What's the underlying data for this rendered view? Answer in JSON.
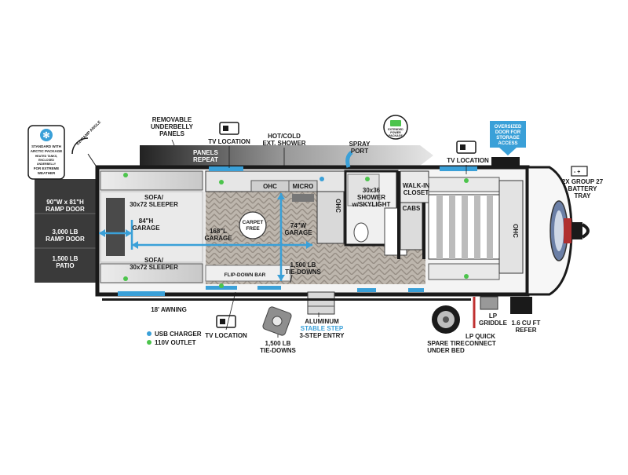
{
  "labels": {
    "removable_underbelly": [
      "REMOVABLE",
      "UNDERBELLY",
      "PANELS"
    ],
    "panels_repeat": [
      "PANELS",
      "REPEAT"
    ],
    "tv_location_top": "TV LOCATION",
    "hot_cold_shower": [
      "HOT/COLD",
      "EXT. SHOWER"
    ],
    "spray_port": [
      "SPRAY",
      "PORT"
    ],
    "tv_location_bedroom": "TV LOCATION",
    "oversized_door": [
      "OVERSIZED",
      "DOOR FOR",
      "STORAGE",
      "ACCESS"
    ],
    "battery_tray": [
      "2X GROUP 27",
      "BATTERY",
      "TRAY"
    ],
    "arctic_package": [
      "STANDARD WITH",
      "ARCTIC PACKAGE",
      "HEATED TANKS,",
      "ENCLOSED",
      "UNDERBELLY",
      "FOR EXTREME",
      "WEATHER"
    ],
    "ez_ramp_angle": "EZ-RAMP ANGLE",
    "ramp_door_size": [
      "90\"W x 81\"H",
      "RAMP DOOR"
    ],
    "ramp_door_weight": [
      "3,000 LB",
      "RAMP DOOR"
    ],
    "patio": [
      "1,500 LB",
      "PATIO"
    ],
    "sofa_top": [
      "SOFA/",
      "30x72 SLEEPER"
    ],
    "sofa_bottom": [
      "SOFA/",
      "30x72 SLEEPER"
    ],
    "garage_height": [
      "84\"H",
      "GARAGE"
    ],
    "garage_length": [
      "168\"L",
      "GARAGE"
    ],
    "garage_width": [
      "74\"W",
      "GARAGE"
    ],
    "carpet_free": [
      "CARPET",
      "FREE"
    ],
    "ohc_top": "OHC",
    "micro": "MICRO",
    "ohc_side": "OHC",
    "shower": [
      "30x36",
      "SHOWER",
      "w/SKYLIGHT"
    ],
    "walk_in_closet": [
      "WALK-IN",
      "CLOSET"
    ],
    "cabs": "CABS",
    "ohc_front": "OHC",
    "tie_downs_inner": [
      "1,500 LB",
      "TIE-DOWNS"
    ],
    "flip_down_bar": "FLIP-DOWN BAR",
    "awning": "18' AWNING",
    "usb_charger": "USB CHARGER",
    "outlet_110v": "110V OUTLET",
    "tv_location_bottom": "TV LOCATION",
    "tie_downs_bottom": [
      "1,500 LB",
      "TIE-DOWNS"
    ],
    "aluminum_step": [
      "ALUMINUM",
      "STABLE STEP",
      "3-STEP ENTRY"
    ],
    "spare_tire": [
      "SPARE TIRE",
      "UNDER BED"
    ],
    "lp_quick_connect": [
      "LP QUICK",
      "CONNECT"
    ],
    "lp_griddle": [
      "LP",
      "GRIDDLE"
    ],
    "refer": [
      "1.6 CU FT",
      "REFER"
    ],
    "extended_power": [
      "EXTENDED",
      "POWER",
      "PACKAGE"
    ]
  },
  "colors": {
    "accent_blue": "#3aa0d8",
    "usb_dot": "#3aa0d8",
    "outlet_dot": "#4cc44c",
    "wall": "#1a1a1a",
    "floor": "#b9b3ab"
  },
  "icons": [
    "snowflake-icon",
    "tv-icon",
    "battery-icon",
    "tie-down-icon",
    "spare-tire-icon",
    "power-icon"
  ]
}
